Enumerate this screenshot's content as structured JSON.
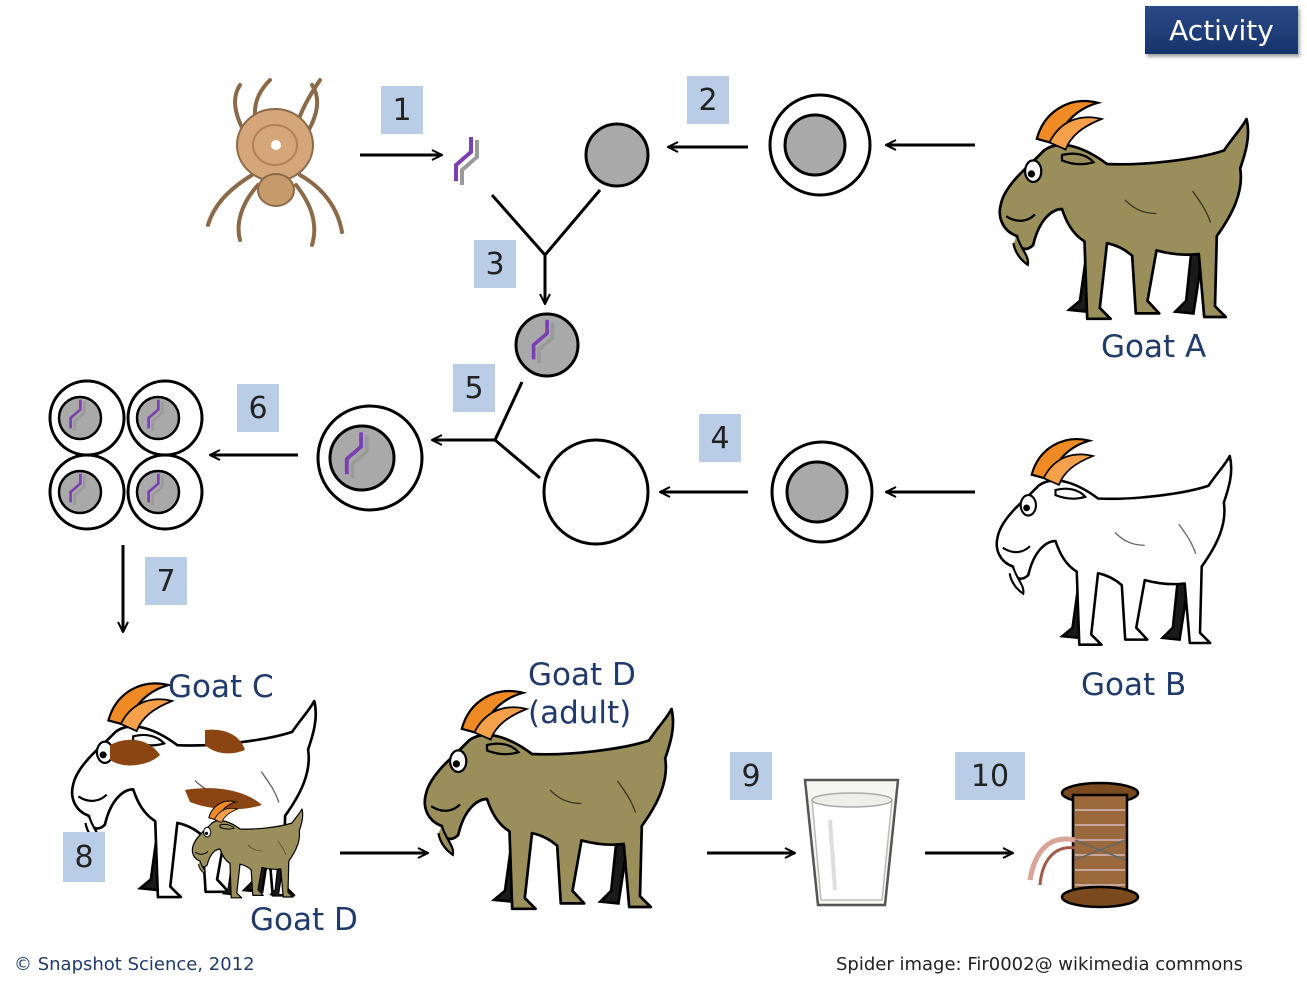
{
  "activity_button": "Activity",
  "steps": [
    "1",
    "2",
    "3",
    "4",
    "5",
    "6",
    "7",
    "8",
    "9",
    "10"
  ],
  "labels": {
    "goat_a": "Goat A",
    "goat_b": "Goat B",
    "goat_c": "Goat C",
    "goat_d": "Goat D",
    "goat_d_adult_line1": "Goat D",
    "goat_d_adult_line2": "(adult)"
  },
  "footer": {
    "copyright": "© Snapshot Science, 2012",
    "credit": "Spider image: Fir0002@ wikimedia commons"
  },
  "colors": {
    "badge": "#b9cde6",
    "label": "#1f3a6b",
    "goat_brown": "#9a8f5a",
    "goat_white": "#ffffff",
    "horn": "#f08a24",
    "nucleus": "#a9a9a9",
    "gene_purple": "#7a3fb0",
    "gene_grey": "#9a9a9a",
    "goat_c_patch": "#8b4513"
  },
  "icons": [
    "spider-image",
    "goat-icon",
    "milk-glass-icon",
    "thread-spool-icon"
  ]
}
